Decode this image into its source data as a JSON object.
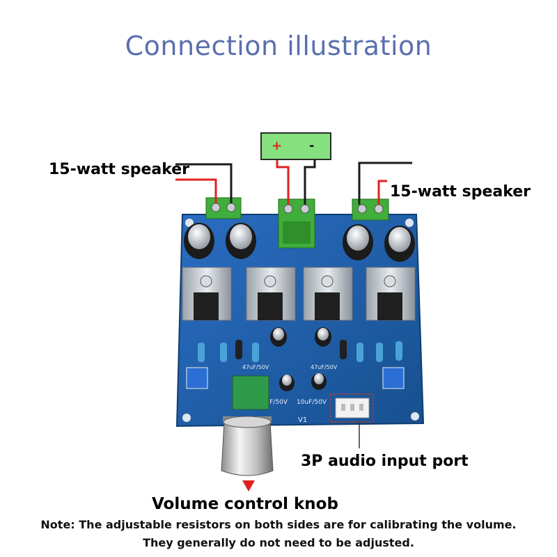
{
  "title": "Connection illustration",
  "labels": {
    "speaker_left": "15-watt speaker",
    "speaker_right": "15-watt speaker",
    "audio_port": "3P audio input port",
    "volume_knob": "Volume control knob"
  },
  "power_supply": {
    "plus": "+",
    "minus": "-"
  },
  "board": {
    "silkscreen_v1": "V1",
    "cap_label_1": "10uF/50V",
    "cap_label_2": "10uF/50V",
    "cap_label_3": "47uF/50V",
    "cap_label_4": "47uF/50V"
  },
  "note": {
    "line1": "Note: The adjustable resistors on both sides are for calibrating the volume.",
    "line2": "They generally do not need to be adjusted."
  },
  "colors": {
    "title": "#5a6fae",
    "pcb": "#1f5fae",
    "terminal": "#3fae3a",
    "psu_fill": "#86e07f",
    "wire_red": "#e02020",
    "wire_black": "#1a1a1a",
    "marker_red": "#e02020"
  }
}
